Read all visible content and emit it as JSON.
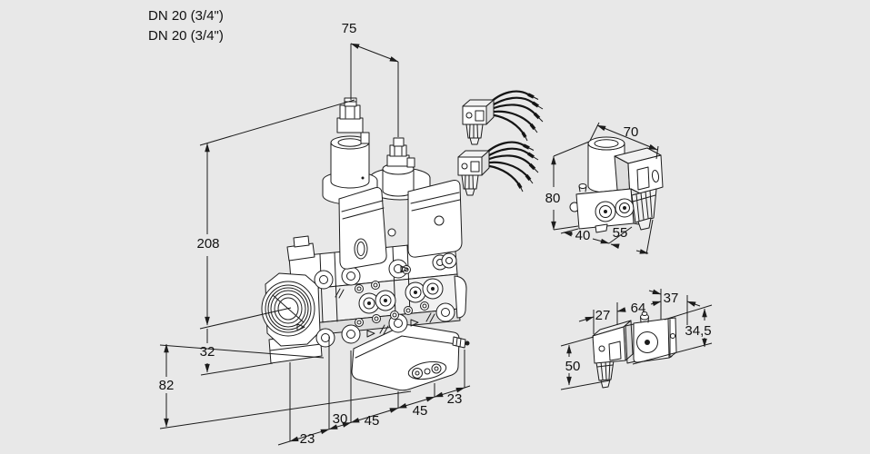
{
  "page": {
    "background_color": "#e8e8e8",
    "line_color": "#1c1c1c"
  },
  "port_labels": {
    "line1": "DN 20 (3/4\")",
    "line2": "DN 20 (3/4\")"
  },
  "main_view": {
    "dim_stem_spacing": "75",
    "dim_total_height": "208",
    "dim_axis_offset": "32",
    "dim_lower_height": "82",
    "dim_chain_left": "23",
    "dim_chain_30": "30",
    "dim_chain_45_front": "45",
    "dim_chain_45_rear": "45",
    "dim_chain_right": "23"
  },
  "coil_detail": {
    "dim_width": "70",
    "dim_height": "80",
    "dim_depth": "40",
    "dim_length": "55"
  },
  "switch_detail": {
    "dim_connector": "27",
    "dim_length": "64",
    "dim_depth": "37",
    "dim_height": "34,5",
    "dim_total_height": "50"
  }
}
